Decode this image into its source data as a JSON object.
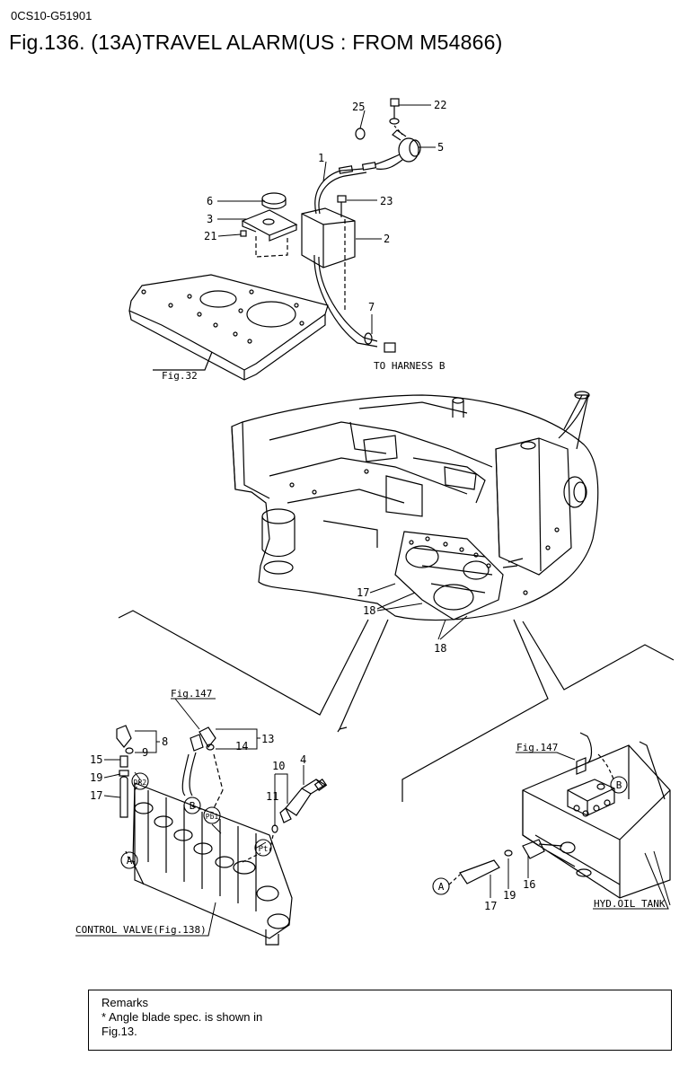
{
  "header": {
    "doc_id": "0CS10-G51901",
    "title": "Fig.136.  (13A)TRAVEL ALARM(US : FROM M54866)"
  },
  "diagram": {
    "callouts": {
      "c25": "25",
      "c22": "22",
      "c5": "5",
      "c1": "1",
      "c6": "6",
      "c23": "23",
      "c3": "3",
      "c21": "21",
      "c2": "2",
      "c7": "7",
      "c17a": "17",
      "c18a": "18",
      "c18b": "18",
      "c8": "8",
      "c9": "9",
      "c13": "13",
      "c14": "14",
      "c15": "15",
      "c19a": "19",
      "c17b": "17",
      "c10": "10",
      "c4": "4",
      "c11": "11",
      "c17c": "17",
      "c19b": "19",
      "c16": "16"
    },
    "notes": {
      "fig32": "Fig.32",
      "to_harness": "TO HARNESS B",
      "fig147_left": "Fig.147",
      "fig147_right": "Fig.147",
      "control_valve": "CONTROL VALVE(Fig.138)",
      "hyd_tank": "HYD.OIL TANK"
    },
    "circle_marks": {
      "dr2": "DR2",
      "pb1": "Pb1",
      "pt": "Pt",
      "a_left": "A",
      "b_left": "B",
      "a_right": "A",
      "b_right": "B"
    }
  },
  "remarks": {
    "heading": "Remarks",
    "line1": "* Angle blade spec. is shown in",
    "line2": "Fig.13."
  }
}
